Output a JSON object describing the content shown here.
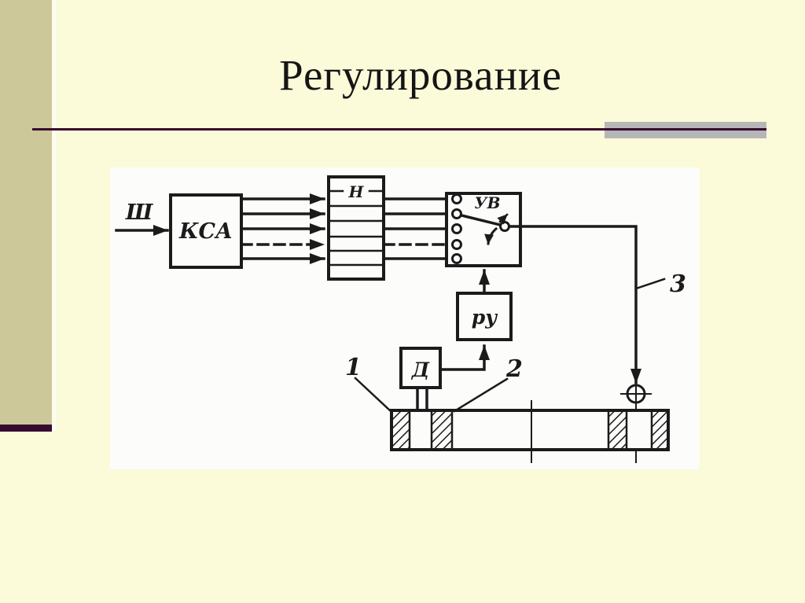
{
  "slide": {
    "title": "Регулирование"
  },
  "colors": {
    "background": "#FBFAD9",
    "sidebar": "#CCC899",
    "accent_rule": "#380A30",
    "rule_highlight": "#B7B6B7",
    "panel": "#FCFCFB",
    "ink": "#1B1B1B"
  },
  "diagram": {
    "input_signal": "Ш",
    "blocks": {
      "ksa": "КСА",
      "n": "Н",
      "uv": "УВ",
      "ru": "ру",
      "d": "Д"
    },
    "callouts": {
      "c1": "1",
      "c2": "2",
      "c3": "3"
    }
  }
}
